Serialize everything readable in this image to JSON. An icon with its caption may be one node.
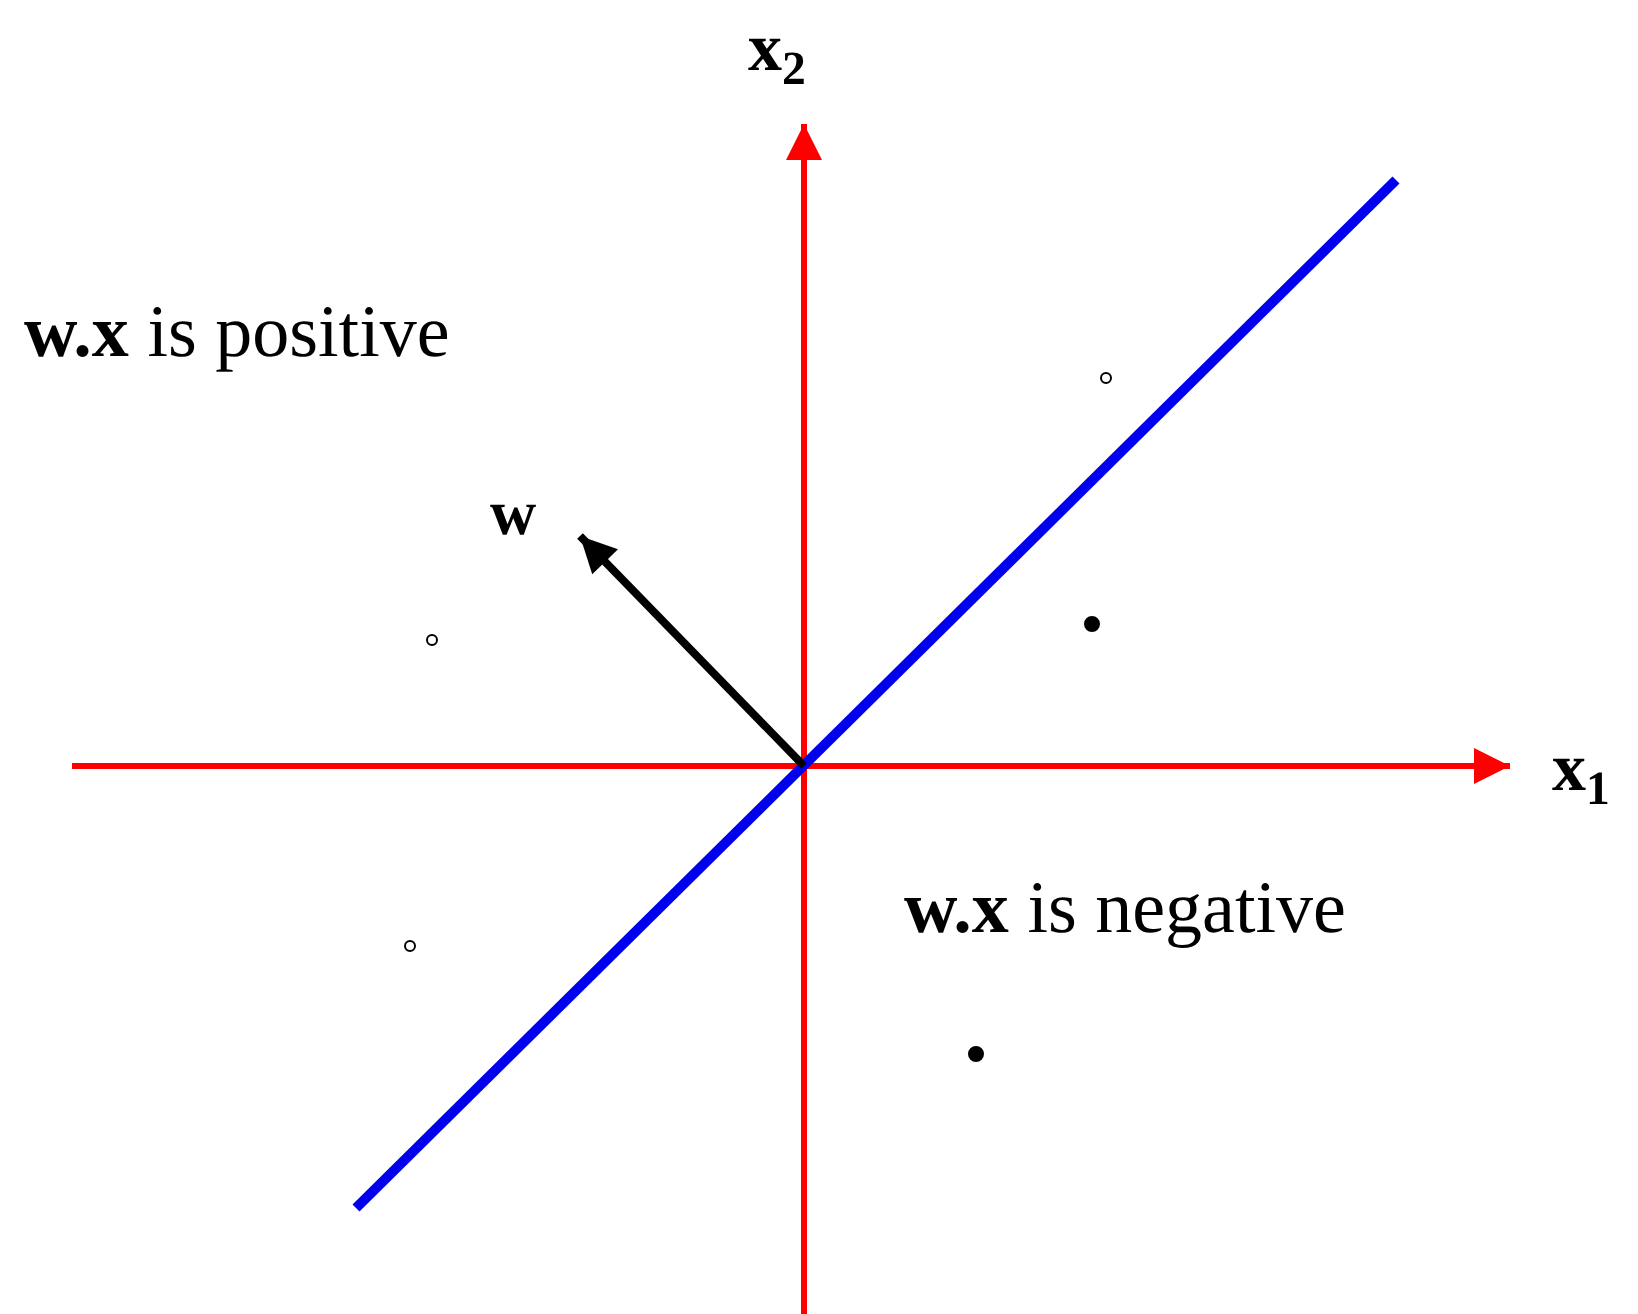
{
  "diagram": {
    "labels": [
      "x$_{2}$",
      "**w.x** is positive",
      "w",
      "x$_{1}$",
      "**w.x** is negative"
    ]
  }
}
